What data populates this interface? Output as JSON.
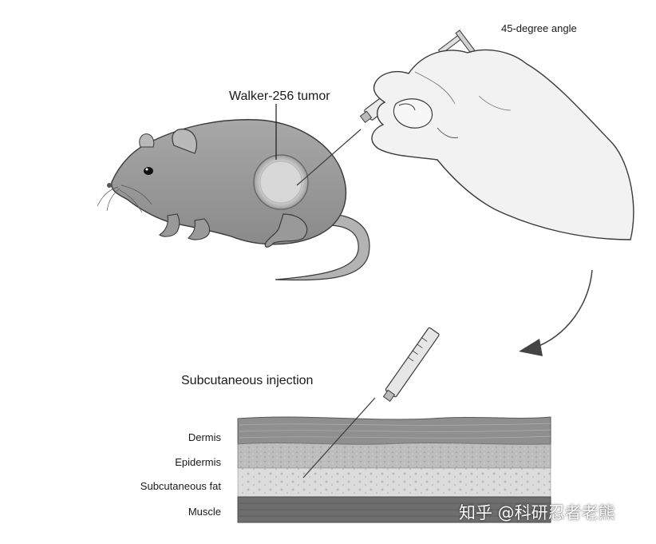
{
  "labels": {
    "angle": "45-degree angle",
    "tumor": "Walker-256 tumor",
    "title": "Subcutaneous injection",
    "dermis": "Dermis",
    "epidermis": "Epidermis",
    "fat": "Subcutaneous fat",
    "muscle": "Muscle"
  },
  "watermark": "知乎 @科研忍者老熊",
  "colors": {
    "line": "#3a3a3a",
    "rat_fur": "#9a9a9a",
    "tumor": "#d4d4d4",
    "dermis": "#8e8e8e",
    "epidermis": "#b8b8b8",
    "fat": "#d8d8d8",
    "muscle": "#6e6e6e"
  }
}
